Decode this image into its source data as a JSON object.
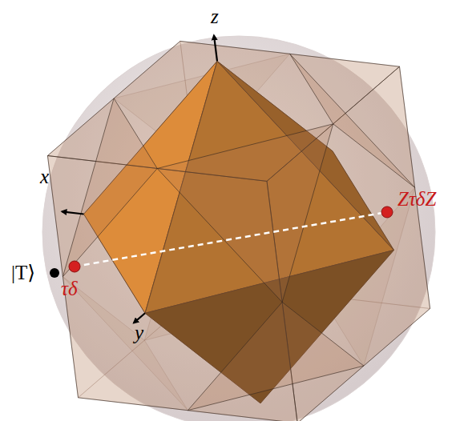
{
  "diagram": {
    "labels": [
      "z",
      "x",
      "|T⟩",
      "τδ",
      "ZτδZ",
      "y"
    ]
  }
}
